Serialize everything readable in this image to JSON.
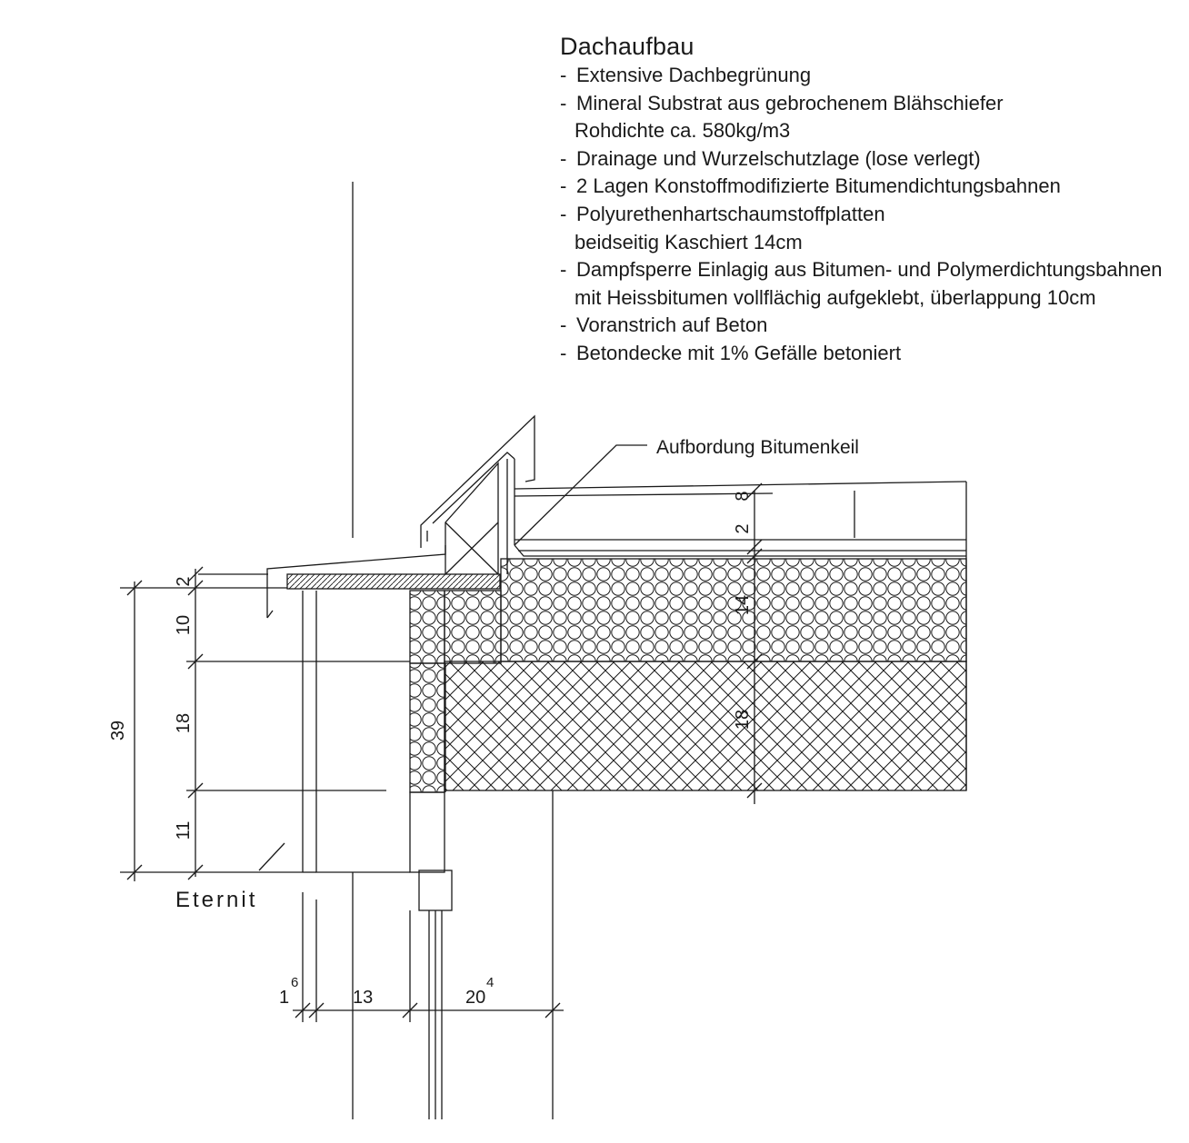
{
  "spec": {
    "title": "Dachaufbau",
    "items": [
      {
        "lines": [
          "Extensive Dachbegrünung"
        ]
      },
      {
        "lines": [
          "Mineral Substrat aus gebrochenem Blähschiefer",
          "Rohdichte ca. 580kg/m3"
        ]
      },
      {
        "lines": [
          "Drainage und Wurzelschutzlage (lose verlegt)"
        ]
      },
      {
        "lines": [
          "2 Lagen Konstoffmodifizierte Bitumendichtungsbahnen"
        ]
      },
      {
        "lines": [
          "Polyurethenhartschaumstoffplatten",
          "beidseitig Kaschiert 14cm"
        ]
      },
      {
        "lines": [
          "Dampfsperre Einlagig aus Bitumen- und Polymerdichtungsbahnen",
          "mit Heissbitumen vollflächig aufgeklebt, überlappung 10cm"
        ]
      },
      {
        "lines": [
          "Voranstrich auf Beton"
        ]
      },
      {
        "lines": [
          "Betondecke mit 1% Gefälle betoniert"
        ]
      }
    ]
  },
  "labels": {
    "aufbordung": "Aufbordung Bitumenkeil",
    "eternit": "Eternit"
  },
  "dimensions": {
    "left": [
      "2",
      "10",
      "18",
      "11"
    ],
    "total": "39",
    "right": [
      "8",
      "2",
      "14",
      "18"
    ],
    "bottom_a_base": "1",
    "bottom_a_sup": "6",
    "bottom_b": "13",
    "bottom_c_base": "20",
    "bottom_c_sup": "4"
  },
  "colors": {
    "line": "#1a1a1a",
    "background": "#ffffff"
  }
}
